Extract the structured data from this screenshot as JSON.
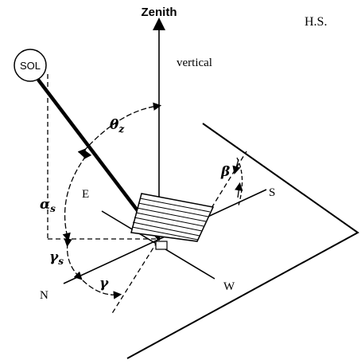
{
  "labels": {
    "zenith": "Zenith",
    "hs": "H.S.",
    "vertical": "vertical",
    "sun": "SOL",
    "theta_z": "θ",
    "theta_z_sub": "z",
    "alpha_s": "α",
    "alpha_s_sub": "s",
    "gamma_s": "γ",
    "gamma_s_sub": "s",
    "gamma": "γ",
    "beta": "β",
    "east": "E",
    "south": "S",
    "north": "N",
    "west": "W"
  }
}
